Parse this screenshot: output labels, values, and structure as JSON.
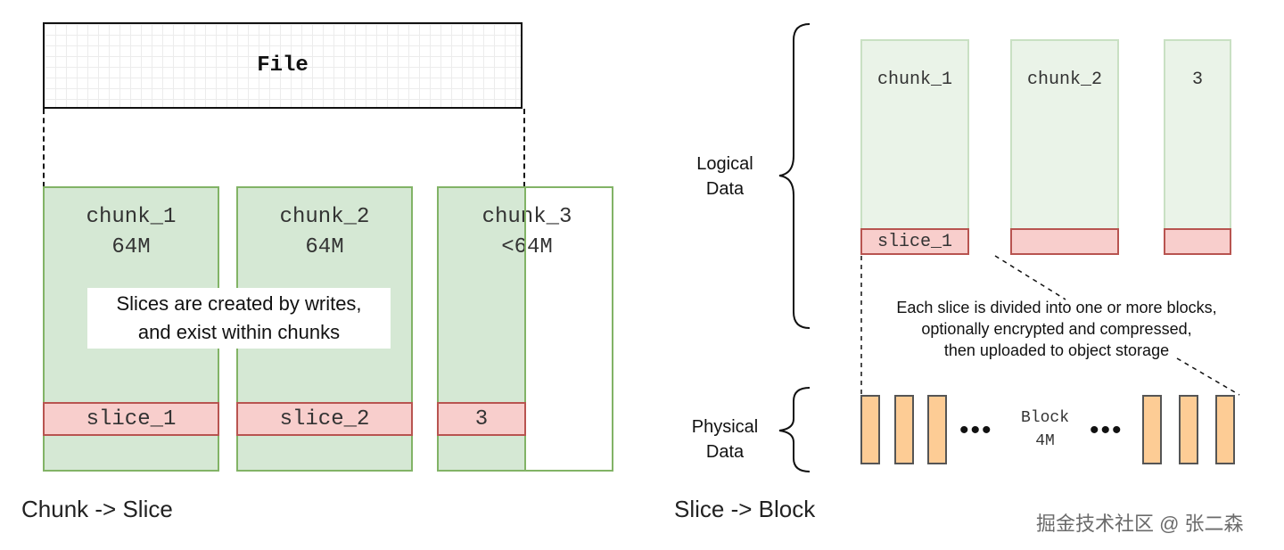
{
  "left_diagram": {
    "file_label": "File",
    "chunks": [
      {
        "name": "chunk_1",
        "size": "64M"
      },
      {
        "name": "chunk_2",
        "size": "64M"
      },
      {
        "name": "chunk_3",
        "size": "<64M"
      }
    ],
    "slices": [
      "slice_1",
      "slice_2",
      "3"
    ],
    "note_lines": [
      "Slices are created by writes,",
      "and exist within chunks"
    ],
    "caption": "Chunk -> Slice"
  },
  "right_diagram": {
    "logical_label_lines": [
      "Logical",
      "Data"
    ],
    "physical_label_lines": [
      "Physical",
      "Data"
    ],
    "chunks": [
      "chunk_1",
      "chunk_2",
      "3"
    ],
    "slices": [
      "slice_1",
      "",
      ""
    ],
    "note_lines": [
      "Each slice is divided into one or more blocks,",
      "optionally encrypted and compressed,",
      "then uploaded to object storage"
    ],
    "block_label_lines": [
      "Block",
      "4M"
    ],
    "ellipsis": "•••",
    "block_count_visible": 6,
    "caption": "Slice -> Block"
  },
  "watermark": "掘金技术社区 @ 张二森",
  "colors": {
    "chunk_fill": "#d5e8d4",
    "chunk_stroke": "#82b366",
    "slice_fill": "#f8cecc",
    "slice_stroke": "#b85450",
    "block_fill": "#fdcc95",
    "block_stroke": "#555555"
  }
}
